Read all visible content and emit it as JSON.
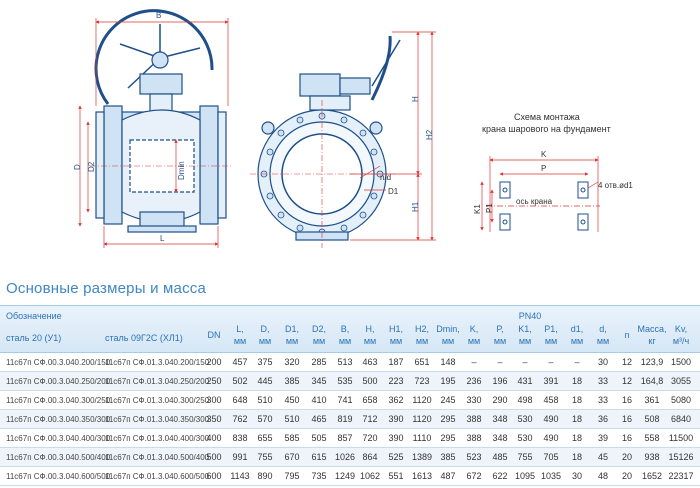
{
  "drawing": {
    "dim_labels": {
      "B": "B",
      "D": "D",
      "D2": "D2",
      "Dmin": "Dmin",
      "L": "L",
      "H": "H",
      "H1": "H1",
      "H2": "H2",
      "nd": "n/d",
      "D1": "D1",
      "K": "K",
      "P": "P",
      "K1": "K1",
      "P1": "P1",
      "holes": "4 отв.ød1",
      "axis": "ось крана"
    },
    "scheme_title_line1": "Схема монтажа",
    "scheme_title_line2": "крана шарового на фундамент"
  },
  "section_title": "Основные размеры и масса",
  "table": {
    "group_label": "Обозначение",
    "steel_a": "сталь 20 (У1)",
    "steel_b": "сталь 09Г2С (ХЛ1)",
    "pn_label": "PN40",
    "columns": [
      {
        "top": "DN",
        "unit": ""
      },
      {
        "top": "L,",
        "unit": "мм"
      },
      {
        "top": "D,",
        "unit": "мм"
      },
      {
        "top": "D1,",
        "unit": "мм"
      },
      {
        "top": "D2,",
        "unit": "мм"
      },
      {
        "top": "B,",
        "unit": "мм"
      },
      {
        "top": "H,",
        "unit": "мм"
      },
      {
        "top": "H1,",
        "unit": "мм"
      },
      {
        "top": "H2,",
        "unit": "мм"
      },
      {
        "top": "Dmin,",
        "unit": "мм"
      },
      {
        "top": "K,",
        "unit": "мм"
      },
      {
        "top": "P,",
        "unit": "мм"
      },
      {
        "top": "K1,",
        "unit": "мм"
      },
      {
        "top": "P1,",
        "unit": "мм"
      },
      {
        "top": "d1,",
        "unit": "мм"
      },
      {
        "top": "d,",
        "unit": "мм"
      },
      {
        "top": "n",
        "unit": ""
      },
      {
        "top": "Масса,",
        "unit": "кг"
      },
      {
        "top": "Kv,",
        "unit": "м³/ч"
      }
    ],
    "rows": [
      {
        "a": "11с67п СФ.00.3.040.200/150",
        "b": "11с67п СФ.01.3.040.200/150",
        "v": [
          "200",
          "457",
          "375",
          "320",
          "285",
          "513",
          "463",
          "187",
          "651",
          "148",
          "–",
          "–",
          "–",
          "–",
          "–",
          "30",
          "12",
          "123,9",
          "1500"
        ]
      },
      {
        "a": "11с67п СФ.00.3.040.250/200",
        "b": "11с67п СФ.01.3.040.250/200",
        "v": [
          "250",
          "502",
          "445",
          "385",
          "345",
          "535",
          "500",
          "223",
          "723",
          "195",
          "236",
          "196",
          "431",
          "391",
          "18",
          "33",
          "12",
          "164,8",
          "3055"
        ]
      },
      {
        "a": "11с67п СФ.00.3.040.300/250",
        "b": "11с67п СФ.01.3.040.300/250",
        "v": [
          "300",
          "648",
          "510",
          "450",
          "410",
          "741",
          "658",
          "362",
          "1120",
          "245",
          "330",
          "290",
          "498",
          "458",
          "18",
          "33",
          "16",
          "361",
          "5080"
        ]
      },
      {
        "a": "11с67п СФ.00.3.040.350/300",
        "b": "11с67п СФ.01.3.040.350/300",
        "v": [
          "350",
          "762",
          "570",
          "510",
          "465",
          "819",
          "712",
          "390",
          "1120",
          "295",
          "388",
          "348",
          "530",
          "490",
          "18",
          "36",
          "16",
          "508",
          "6840"
        ]
      },
      {
        "a": "11с67п СФ.00.3.040.400/300",
        "b": "11с67п СФ.01.3.040.400/300",
        "v": [
          "400",
          "838",
          "655",
          "585",
          "505",
          "857",
          "720",
          "390",
          "1110",
          "295",
          "388",
          "348",
          "530",
          "490",
          "18",
          "39",
          "16",
          "558",
          "11500"
        ]
      },
      {
        "a": "11с67п СФ.00.3.040.500/400",
        "b": "11с67п СФ.01.3.040.500/400",
        "v": [
          "500",
          "991",
          "755",
          "670",
          "615",
          "1026",
          "864",
          "525",
          "1389",
          "385",
          "523",
          "485",
          "755",
          "705",
          "18",
          "45",
          "20",
          "938",
          "15126"
        ]
      },
      {
        "a": "11с67п СФ.00.3.040.600/500",
        "b": "11с67п СФ.01.3.040.600/500",
        "v": [
          "600",
          "1143",
          "890",
          "795",
          "735",
          "1249",
          "1062",
          "551",
          "1613",
          "487",
          "672",
          "622",
          "1095",
          "1035",
          "30",
          "48",
          "20",
          "1652",
          "22317"
        ]
      }
    ]
  }
}
